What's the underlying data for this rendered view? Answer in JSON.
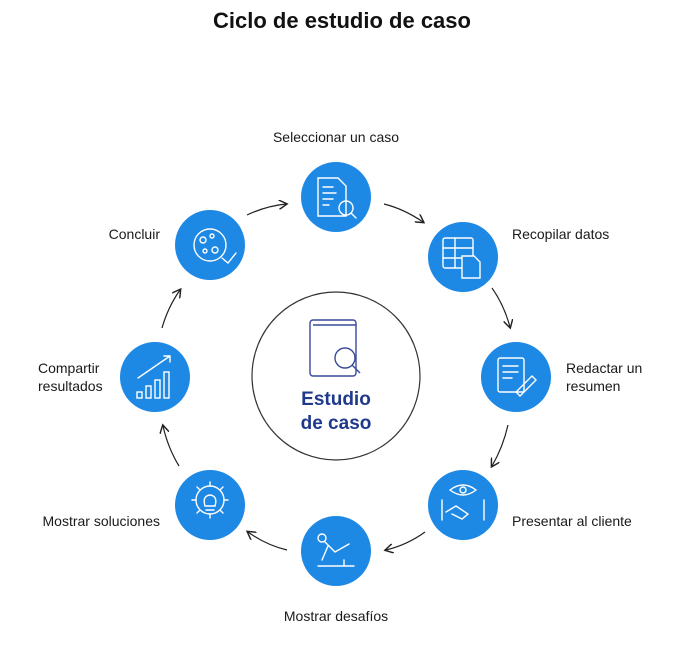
{
  "title": "Ciclo de estudio de caso",
  "center": {
    "line1": "Estudio",
    "line2": "de caso",
    "icon": "book-search-icon"
  },
  "colors": {
    "node": "#1e88e5",
    "center_text": "#1f3a8c"
  },
  "steps": [
    {
      "label": "Seleccionar un caso",
      "icon": "document-search-icon"
    },
    {
      "label": "Recopilar datos",
      "icon": "spreadsheet-document-icon"
    },
    {
      "line1": "Redactar un",
      "line2": "resumen",
      "icon": "write-summary-icon"
    },
    {
      "label": "Presentar al cliente",
      "icon": "handshake-icon"
    },
    {
      "label": "Mostrar desafíos",
      "icon": "person-obstacle-icon"
    },
    {
      "label": "Mostrar soluciones",
      "icon": "gear-bulb-icon"
    },
    {
      "line1": "Compartir",
      "line2": "resultados",
      "icon": "bar-chart-growth-icon"
    },
    {
      "label": "Concluir",
      "icon": "petri-dish-icon"
    }
  ]
}
